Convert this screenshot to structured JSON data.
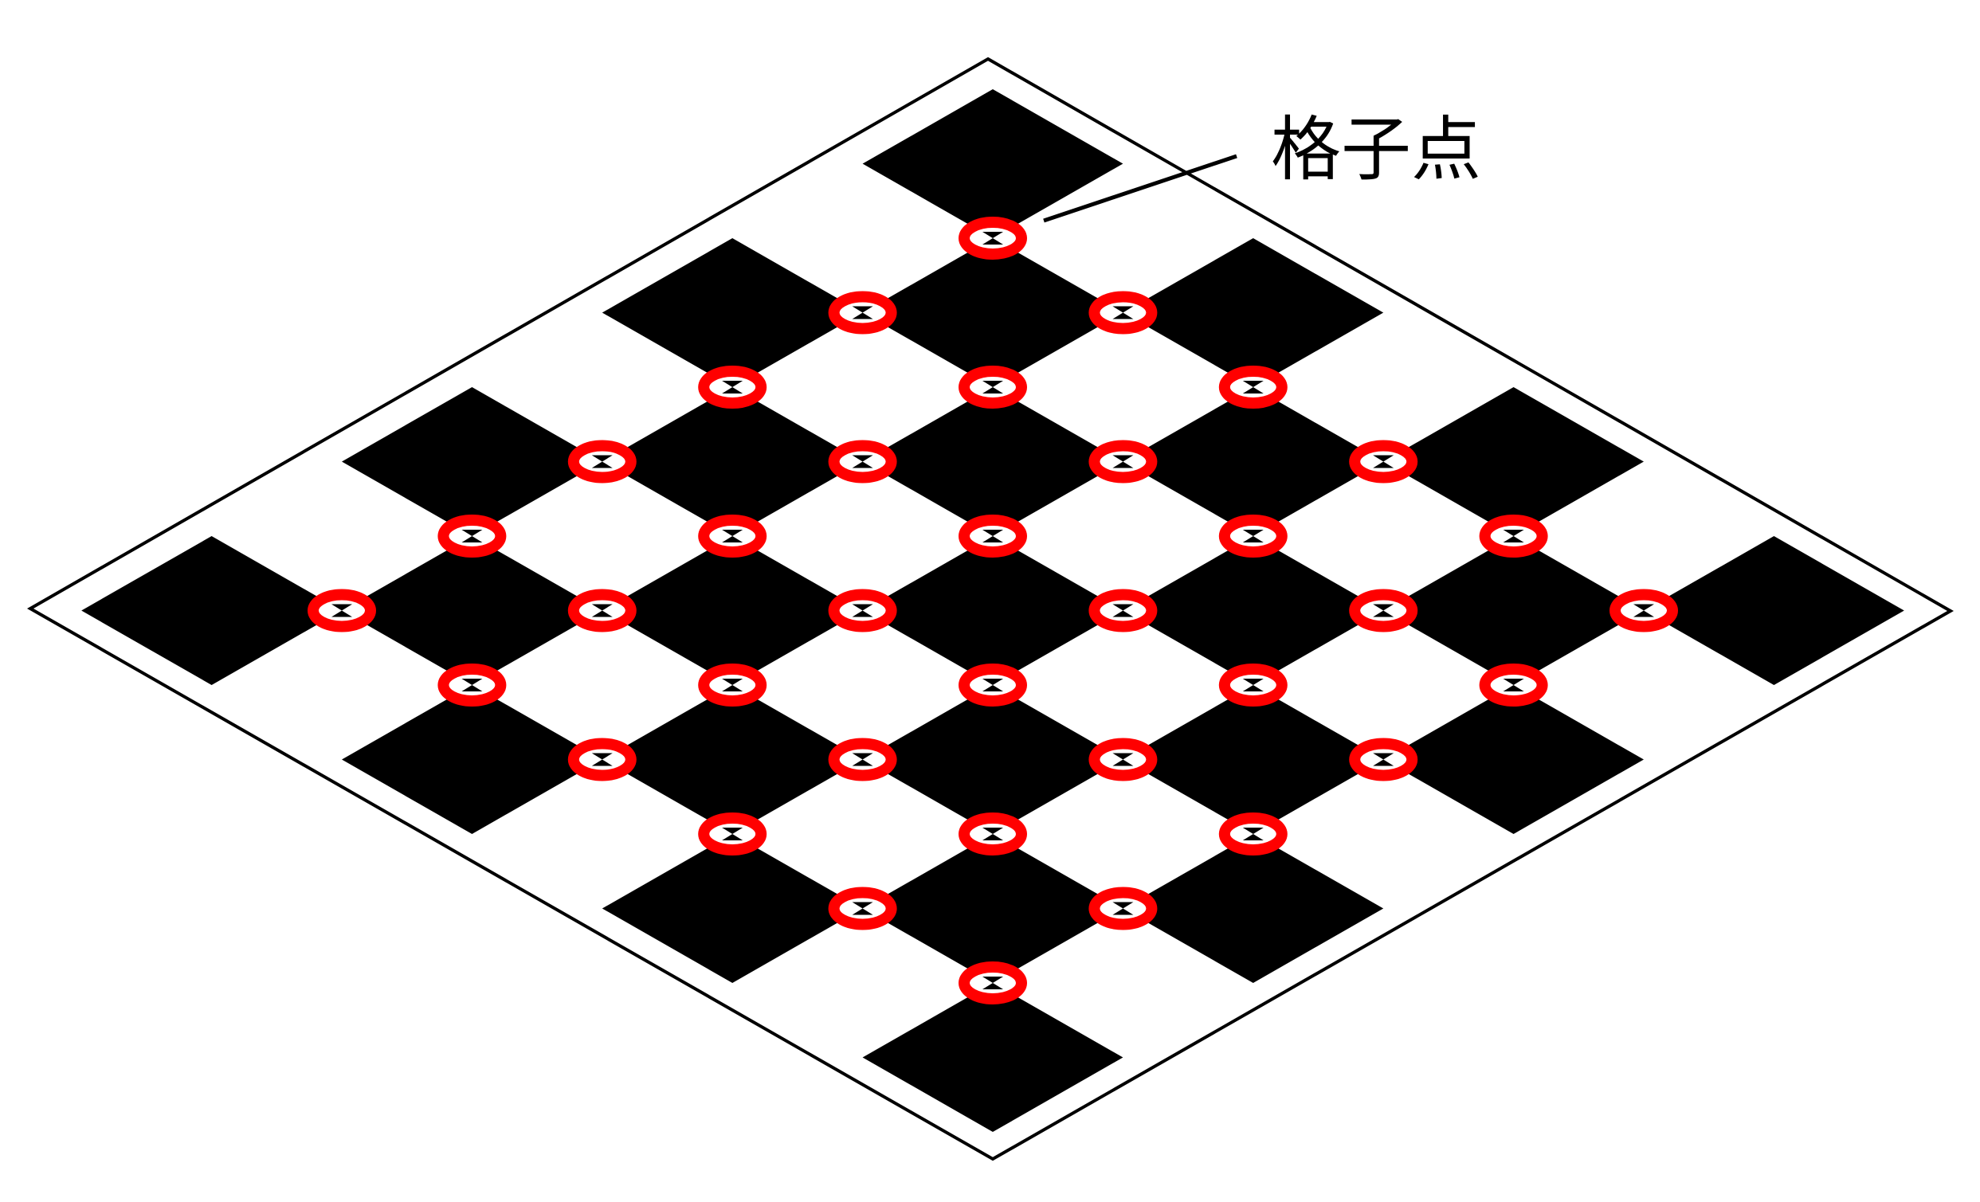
{
  "annotation": {
    "label": "格子点"
  },
  "board": {
    "grid_size": 7,
    "dark_square_color": "#000000",
    "light_square_color": "#ffffff",
    "outline_color": "#000000"
  },
  "lattice_points": {
    "marker_color": "#ff0000",
    "count": 36
  }
}
